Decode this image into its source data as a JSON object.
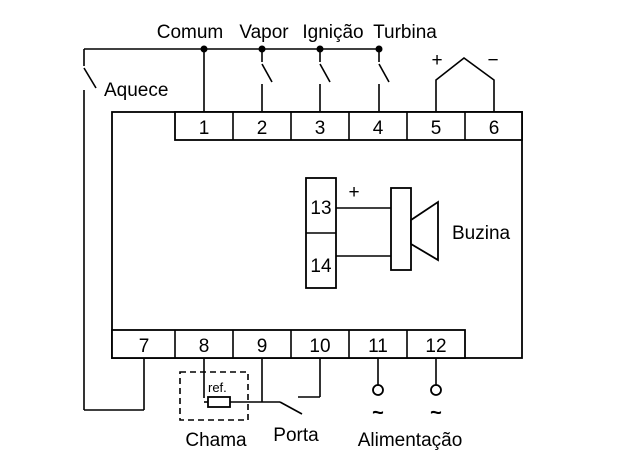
{
  "diagram": {
    "top_labels": {
      "comum": "Comum",
      "vapor": "Vapor",
      "ignicao": "Ignição",
      "turbina": "Turbina"
    },
    "aquece": "Aquece",
    "polarity": {
      "plus": "+",
      "minus": "−"
    },
    "top_terminals": [
      "1",
      "2",
      "3",
      "4",
      "5",
      "6"
    ],
    "bottom_terminals": [
      "7",
      "8",
      "9",
      "10",
      "11",
      "12"
    ],
    "buzzer_terminals": [
      "13",
      "14"
    ],
    "buzzer_plus": "+",
    "buzina": "Buzina",
    "ref": "ref.",
    "chama": "Chama",
    "porta": "Porta",
    "alimentacao": "Alimentação",
    "ac_symbol": "~"
  }
}
